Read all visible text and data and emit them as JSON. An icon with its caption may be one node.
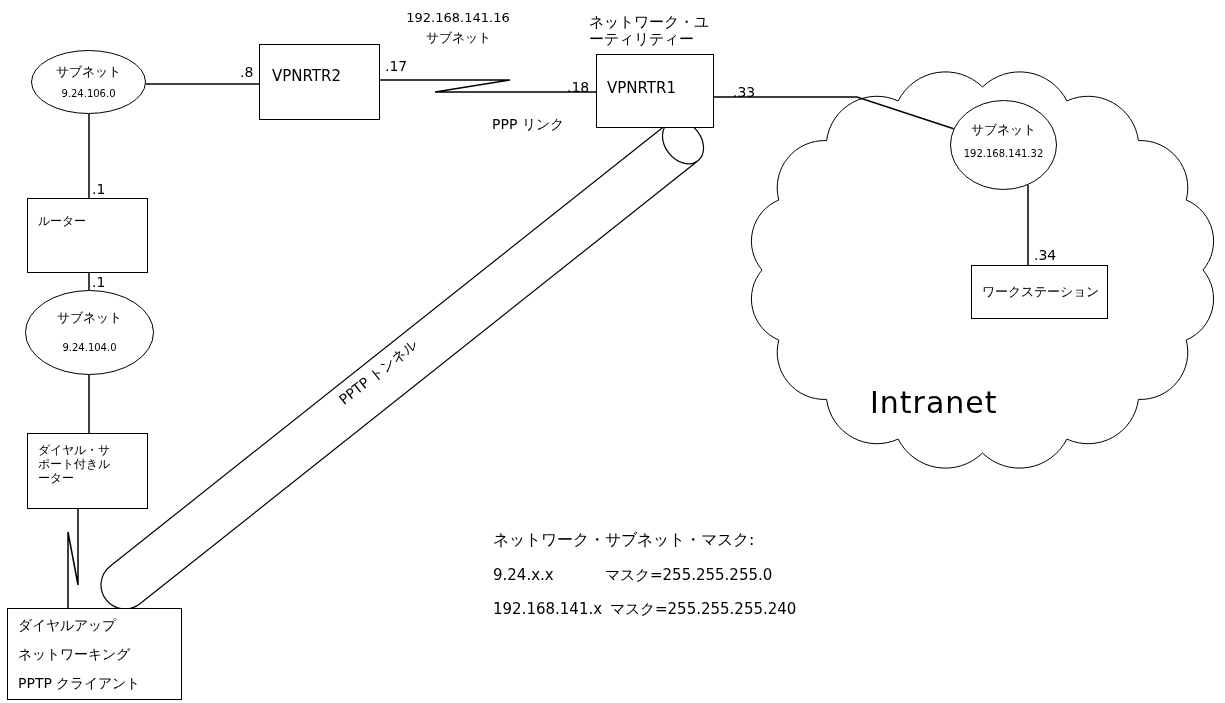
{
  "diagram": {
    "nodes": [
      {
        "text": [
          "サブネット",
          "9.24.106.0"
        ]
      },
      {
        "text": [
          "VPNRTR2"
        ]
      },
      {
        "text": [
          "VPNRTR1"
        ],
        "beside": [
          "ネットワーク・ユーティリティー"
        ]
      },
      {
        "text": [
          "Intranet"
        ]
      },
      {
        "text": [
          "サブネット",
          "192.168.141.32"
        ],
        "in": 3
      },
      {
        "text": [
          "ワークステーション"
        ],
        "in": 3
      },
      {
        "text": [
          "ルーター"
        ]
      },
      {
        "text": [
          "サブネット",
          "9.24.104.0"
        ]
      },
      {
        "text": [
          "ダイヤル・サポート付きルーター"
        ]
      },
      {
        "text": [
          "ダイヤルアップ",
          "ネットワーキング",
          "PPTP クライアント"
        ]
      }
    ],
    "edges": [
      {
        "from": 0,
        "to": 1,
        "arrow": "none"
      },
      {
        "from": 1,
        "to": 2,
        "arrow": "none",
        "label": "PPP リンク"
      },
      {
        "from": 2,
        "to": 4,
        "arrow": "none"
      },
      {
        "from": 0,
        "to": 6,
        "arrow": "none"
      },
      {
        "from": 6,
        "to": 7,
        "arrow": "none"
      },
      {
        "from": 7,
        "to": 8,
        "arrow": "none"
      },
      {
        "from": 8,
        "to": 9,
        "arrow": "none"
      },
      {
        "from": 4,
        "to": 5,
        "arrow": "none"
      },
      {
        "from": 9,
        "to": 2,
        "arrow": "none",
        "label": "PPTP トンネル"
      }
    ],
    "labels": [
      ".8",
      ".17",
      "192.168.141.16 サブネット",
      ".18",
      ".33",
      ".1",
      ".1",
      ".34",
      "ネットワーク・サブネット・マスク:",
      "9.24.x.x",
      "マスク=255.255.255.0",
      "192.168.141.x",
      "マスク=255.255.255.240"
    ]
  }
}
